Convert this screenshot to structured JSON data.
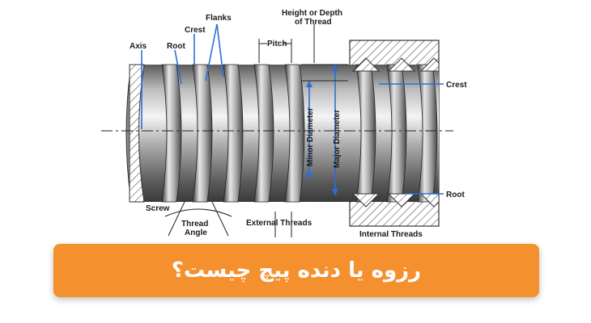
{
  "diagram": {
    "labels": {
      "axis": "Axis",
      "root_left": "Root",
      "crest_left": "Crest",
      "flanks": "Flanks",
      "pitch": "Pitch",
      "height_line1": "Height or Depth",
      "height_line2": "of Thread",
      "crest_right": "Crest",
      "root_right": "Root",
      "screw": "Screw",
      "thread_angle_line1": "Thread",
      "thread_angle_line2": "Angle",
      "external_threads": "External Threads",
      "internal_threads": "Internal Threads",
      "minor_diameter": "Minor Diameter",
      "major_diameter": "Major Diameter"
    }
  },
  "banner": {
    "title": "رزوه یا دنده پیچ چیست؟"
  },
  "colors": {
    "banner_bg": "#f5902e",
    "line_blue": "#2a6fd6"
  }
}
